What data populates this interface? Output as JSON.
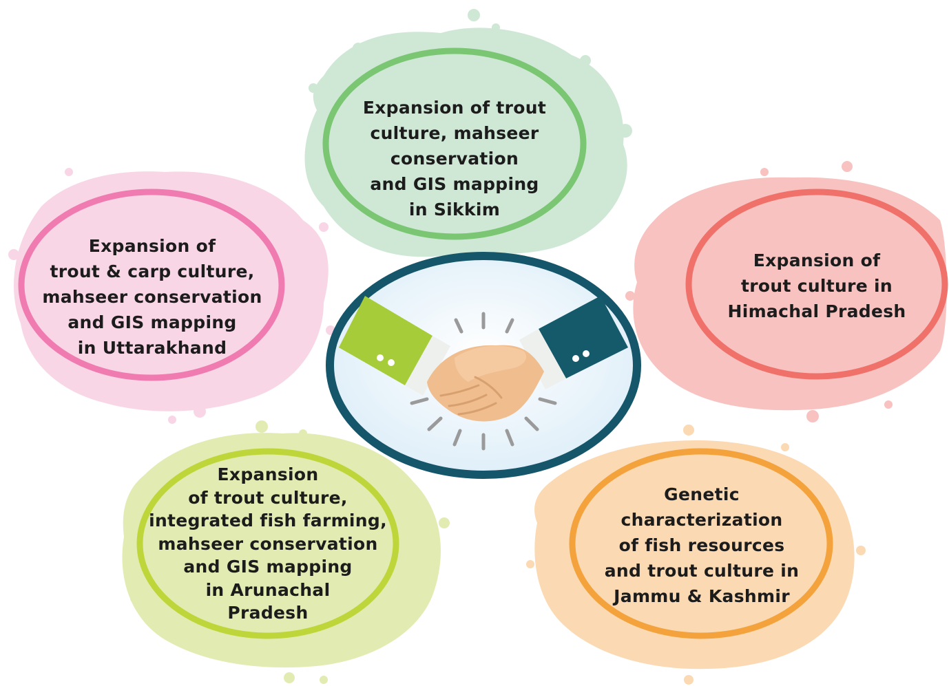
{
  "diagram": {
    "nodes": [
      {
        "id": "sikkim",
        "lines": [
          "Expansion of trout",
          "culture, mahseer",
          "conservation",
          "and GIS mapping",
          "in Sikkim"
        ],
        "ring_color": "#7ac673",
        "splash_color": "#cfe8d6"
      },
      {
        "id": "uttarakhand",
        "lines": [
          "Expansion of",
          "trout & carp culture,",
          "mahseer conservation",
          "and GIS mapping",
          "in Uttarakhand"
        ],
        "ring_color": "#ef7bb0",
        "splash_color": "#f9d6e6"
      },
      {
        "id": "himachal",
        "lines": [
          "Expansion of",
          "trout culture in",
          "Himachal Pradesh"
        ],
        "ring_color": "#f0706a",
        "splash_color": "#f7c2c0"
      },
      {
        "id": "arunachal",
        "lines": [
          "Expansion",
          "of trout culture,",
          "integrated fish farming,",
          "mahseer conservation",
          "and GIS mapping",
          "in Arunachal",
          "Pradesh"
        ],
        "ring_color": "#bfd63a",
        "splash_color": "#e2ecb2"
      },
      {
        "id": "jammu",
        "lines": [
          "Genetic",
          "characterization",
          "of fish resources",
          "and trout culture in",
          "Jammu & Kashmir"
        ],
        "ring_color": "#f4a23c",
        "splash_color": "#fbd9b3"
      }
    ],
    "center": {
      "icon": "handshake-icon",
      "ring_color": "#15566a",
      "fill_color": "#e8f4fb",
      "sleeve_left_color": "#a6cc3a",
      "sleeve_right_color": "#145a6b",
      "skin_color": "#f0bd8e"
    }
  }
}
